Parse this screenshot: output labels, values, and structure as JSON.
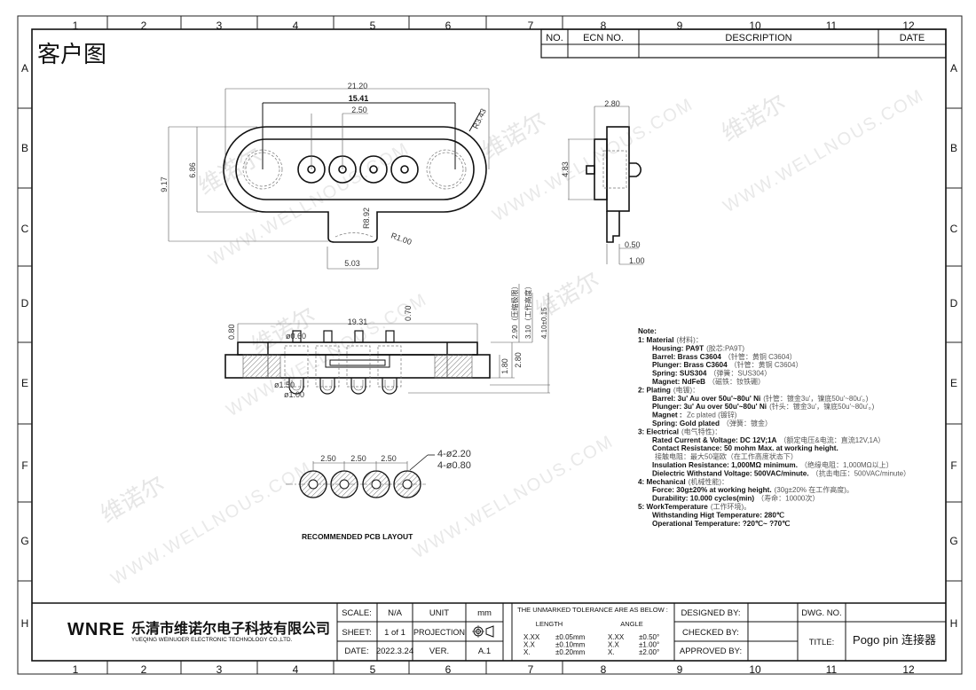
{
  "sheet_title": "客户图",
  "grid": {
    "columns": [
      "1",
      "2",
      "3",
      "4",
      "5",
      "6",
      "7",
      "8",
      "9",
      "10",
      "11",
      "12"
    ],
    "rows": [
      "A",
      "B",
      "C",
      "D",
      "E",
      "F",
      "G",
      "H"
    ]
  },
  "revision_table": {
    "headers": [
      "NO.",
      "ECN NO.",
      "DESCRIPTION",
      "DATE"
    ]
  },
  "watermark": {
    "cn": "维诺尔",
    "en": "WWW.WELLNOUS.COM"
  },
  "top_view": {
    "d_21_20": "21.20",
    "d_15_41": "15.41",
    "d_2_50": "2.50",
    "d_r3_43": "R3.43",
    "d_9_17": "9.17",
    "d_6_86": "6.86",
    "d_r8_92": "R8.92",
    "d_r1_00": "R1.00",
    "d_5_03": "5.03"
  },
  "side_view": {
    "d_2_80": "2.80",
    "d_4_83": "4.83",
    "d_0_50": "0.50",
    "d_1_00": "1.00"
  },
  "front_view": {
    "d_19_31": "19.31",
    "d_0_70": "0.70",
    "d_0_80": "0.80",
    "d_phi0_60": "ø0.60",
    "d_phi1_50": "ø1.50",
    "d_phi1_00": "ø1.00",
    "d_1_80": "1.80",
    "d_2_80": "2.80",
    "d_2_90": "2.90（压缩极限）",
    "d_3_10": "3.10（工作高度）",
    "d_4_10": "4.10±0.15"
  },
  "pcb_layout": {
    "label": "RECOMMENDED PCB LAYOUT",
    "pitch": "2.50",
    "d_2_20": "4-ø2.20",
    "d_0_80": "4-ø0.80"
  },
  "notes": {
    "title": "Note:",
    "lines": [
      {
        "t": "1:  Material",
        "z": "(材料)：",
        "i": 0
      },
      {
        "t": "Housing: PA9T",
        "z": "(胶芯:PA9T)",
        "i": 1
      },
      {
        "t": "Barrel: Brass C3604",
        "z": "（针管：黄铜 C3604）",
        "i": 1
      },
      {
        "t": "Plunger: Brass C3604",
        "z": "（针管：黄铜 C3604）",
        "i": 1
      },
      {
        "t": "Spring: SUS304",
        "z": "（弹簧：SUS304）",
        "i": 1
      },
      {
        "t": "Magnet: NdFeB",
        "z": "（磁铁：钕铁硼）",
        "i": 1
      },
      {
        "t": "2:  Plating",
        "z": "(电镀)：",
        "i": 0
      },
      {
        "t": "Barrel: 3u' Au over 50u'~80u' Ni",
        "z": "(针管：镀金3u'，镍底50u'~80u'。)",
        "i": 1
      },
      {
        "t": "Plunger: 3u' Au over 50u'~80u' Ni",
        "z": "(针头：镀金3u'，镍底50u'~80u'。)",
        "i": 1
      },
      {
        "t": "Magnet : ",
        "z": "Zc plated (镀锌)",
        "i": 1
      },
      {
        "t": "Spring: Gold plated",
        "z": "（弹簧：镀金）",
        "i": 1
      },
      {
        "t": "3:  Electrical",
        "z": "(电气特性)：",
        "i": 0
      },
      {
        "t": "Rated Current & Voltage: DC 12V;1A",
        "z": "（额定电压&电流：直流12V,1A）",
        "i": 1
      },
      {
        "t": "Contact Resistance: 50 mohm Max. at working height.",
        "z": "",
        "i": 1
      },
      {
        "t": "",
        "z": "接触电阻：最大50毫欧（在工作高度状态下）",
        "i": 1
      },
      {
        "t": "Insulation Resistance: 1,000MΩ minimum.",
        "z": "（绝缘电阻：1,000MΩ以上）",
        "i": 1
      },
      {
        "t": "Dielectric Withstand Voltage: 500VAC/minute.",
        "z": "（抗击电压：500VAC/minute）",
        "i": 1
      },
      {
        "t": "4:  Mechanical",
        "z": "(机械性能)：",
        "i": 0
      },
      {
        "t": "Force: 30g±20% at working height.",
        "z": "(30g±20% 在工作高度)。",
        "i": 1
      },
      {
        "t": "Durability: 10.000 cycles(min)",
        "z": "（寿命：10000次）",
        "i": 1
      },
      {
        "t": "5:  WorkTemperature",
        "z": "(工作环境)。",
        "i": 0
      },
      {
        "t": "Withstanding Higt Temperature: 280℃",
        "z": "",
        "i": 1
      },
      {
        "t": "Operational Temperature: ?20℃~ ?70℃",
        "z": "",
        "i": 1
      }
    ]
  },
  "title_block": {
    "logo": "WNRE",
    "company_cn": "乐清市维诺尔电子科技有限公司",
    "company_en": "YUEQING WEINUOER ELECTRONIC TECHNOLOGY CO.,LTD.",
    "scale_label": "SCALE:",
    "scale": "N/A",
    "unit_label": "UNIT",
    "unit": "mm",
    "sheet_label": "SHEET:",
    "sheet": "1  of  1",
    "projection_label": "PROJECTION",
    "date_label": "DATE:",
    "date": "2022.3.24",
    "ver_label": "VER.",
    "ver": "A.1",
    "tolerance_title": "THE UNMARKED TOLERANCE ARE AS BELOW :",
    "length_label": "LENGTH",
    "angle_label": "ANGLE",
    "tol_rows": [
      [
        "X.XX",
        "±0.05mm",
        "X.XX",
        "±0.50°"
      ],
      [
        "X.X",
        "±0.10mm",
        "X.X",
        "±1.00°"
      ],
      [
        "X.",
        "±0.20mm",
        "X.",
        "±2.00°"
      ]
    ],
    "designed_label": "DESIGNED  BY:",
    "checked_label": "CHECKED  BY:",
    "approved_label": "APPROVED  BY:",
    "dwg_label": "DWG.  NO.",
    "title_label": "TITLE:",
    "title": "Pogo  pin  连接器"
  }
}
